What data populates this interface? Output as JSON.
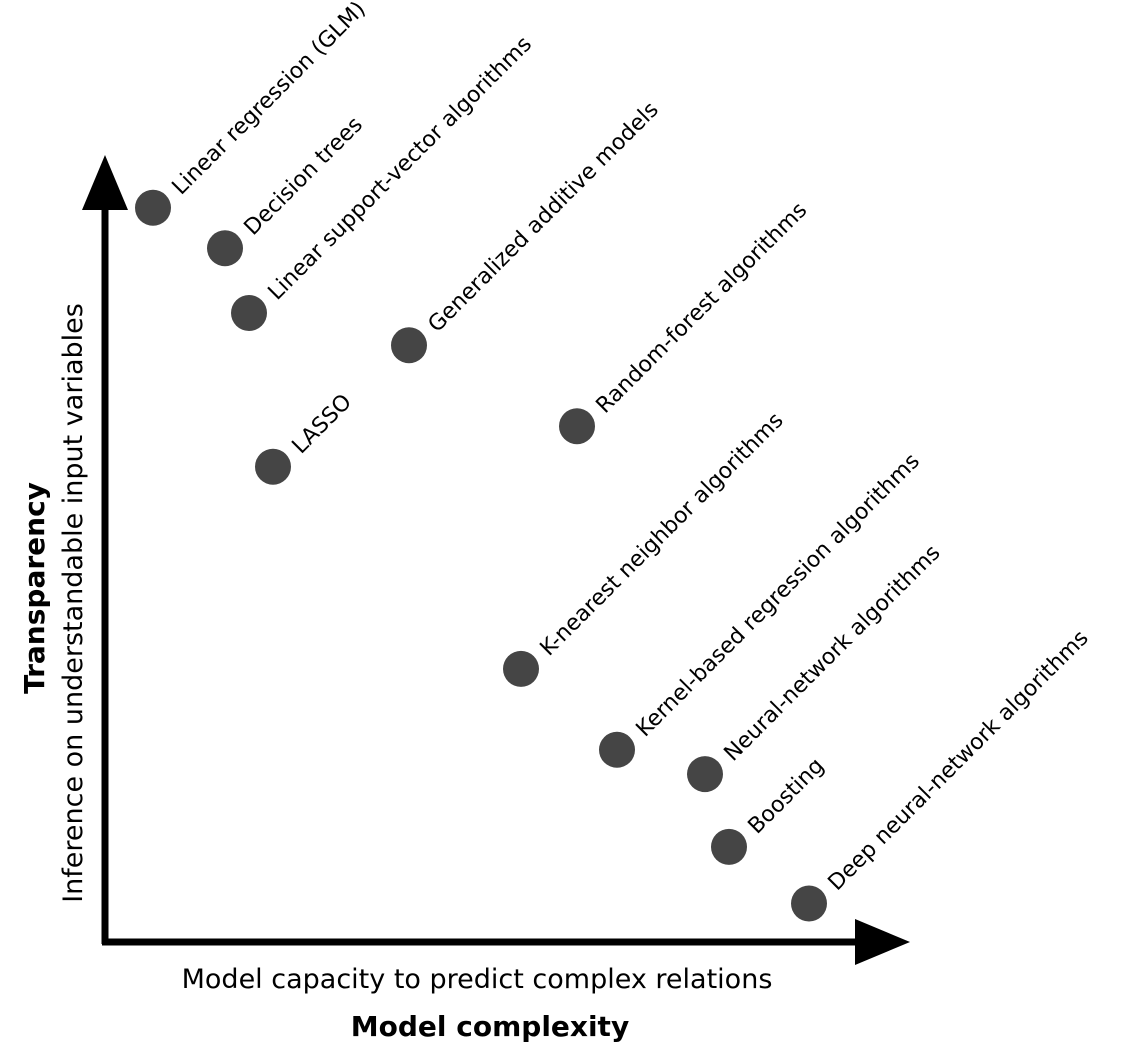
{
  "chart_data": {
    "type": "scatter",
    "title": "",
    "xlabel": "Model complexity",
    "xlabel_sub": "Model capacity to predict complex relations",
    "ylabel": "Transparency",
    "ylabel_sub": "Inference on understandable input variables",
    "grid": false,
    "xlim": [
      0,
      10
    ],
    "ylim": [
      0,
      10
    ],
    "point_color": "#454545",
    "axis_color": "#000000",
    "points": [
      {
        "label": "Linear regression (GLM)",
        "x": 0.6,
        "y": 9.1
      },
      {
        "label": "Decision trees",
        "x": 1.5,
        "y": 8.6
      },
      {
        "label": "Linear support-vector algorithms",
        "x": 1.8,
        "y": 7.8
      },
      {
        "label": "Generalized additive models",
        "x": 3.8,
        "y": 7.4
      },
      {
        "label": "LASSO",
        "x": 2.1,
        "y": 5.9
      },
      {
        "label": "Random-forest algorithms",
        "x": 5.9,
        "y": 6.4
      },
      {
        "label": "K-nearest neighbor algorithms",
        "x": 5.2,
        "y": 3.4
      },
      {
        "label": "Kernel-based regression algorithms",
        "x": 6.4,
        "y": 2.4
      },
      {
        "label": "Neural-network algorithms",
        "x": 7.5,
        "y": 2.1
      },
      {
        "label": "Boosting",
        "x": 7.8,
        "y": 1.2
      },
      {
        "label": "Deep neural-network algorithms",
        "x": 8.8,
        "y": 0.5
      }
    ]
  }
}
